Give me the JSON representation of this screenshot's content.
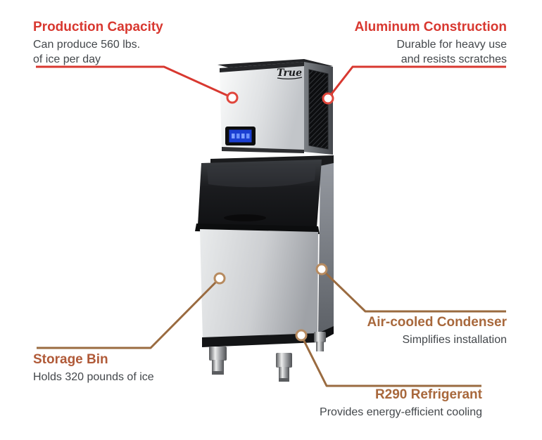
{
  "figure": {
    "type": "product-feature-callout-diagram",
    "background": "#ffffff",
    "brand_logo": "True"
  },
  "colors": {
    "red_accent": "#d83830",
    "brown_accent": "#a8683c",
    "rust_accent": "#b05a38",
    "line_red": "#d83830",
    "line_brown": "#9a6b40",
    "marker_ring_red": "#e0463c",
    "marker_ring_brown": "#b78b60",
    "body_text": "#43474b"
  },
  "callouts": [
    {
      "id": "production-capacity",
      "title": "Production Capacity",
      "lines": [
        "Can produce 560 lbs.",
        "of ice per day"
      ],
      "align": "left",
      "accent": "#d83830"
    },
    {
      "id": "aluminum-construction",
      "title": "Aluminum Construction",
      "lines": [
        "Durable for heavy use",
        "and resists scratches"
      ],
      "align": "right",
      "accent": "#d83830"
    },
    {
      "id": "air-cooled-condenser",
      "title": "Air-cooled Condenser",
      "lines": [
        "Simplifies installation"
      ],
      "align": "right",
      "accent": "#a8683c"
    },
    {
      "id": "storage-bin",
      "title": "Storage Bin",
      "lines": [
        "Holds 320 pounds of ice"
      ],
      "align": "left",
      "accent": "#b05a38"
    },
    {
      "id": "r290-refrigerant",
      "title": "R290 Refrigerant",
      "lines": [
        "Provides energy-efficient cooling"
      ],
      "align": "right",
      "accent": "#a8683c"
    }
  ]
}
